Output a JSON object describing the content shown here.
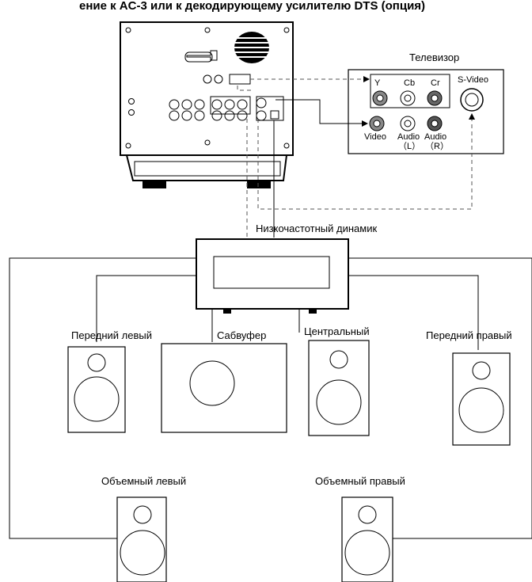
{
  "title": "ение к AC-3 или к декодирующему усилителю DTS (опция)",
  "tv": {
    "title": "Телевизор",
    "y": "Y",
    "cb": "Cb",
    "cr": "Cr",
    "svideo": "S-Video",
    "video": "Video",
    "audio_l_top": "Audio",
    "audio_l_bottom": "（L）",
    "audio_r_top": "Audio",
    "audio_r_bottom": "（R）"
  },
  "woofer_unit": "Низкочастотный динамик",
  "speakers": {
    "front_left": "Передний левый",
    "subwoofer": "Сабвуфер",
    "center": "Центральный",
    "front_right": "Передний правый",
    "surround_left": "Объемный левый",
    "surround_right": "Объемный правый"
  }
}
